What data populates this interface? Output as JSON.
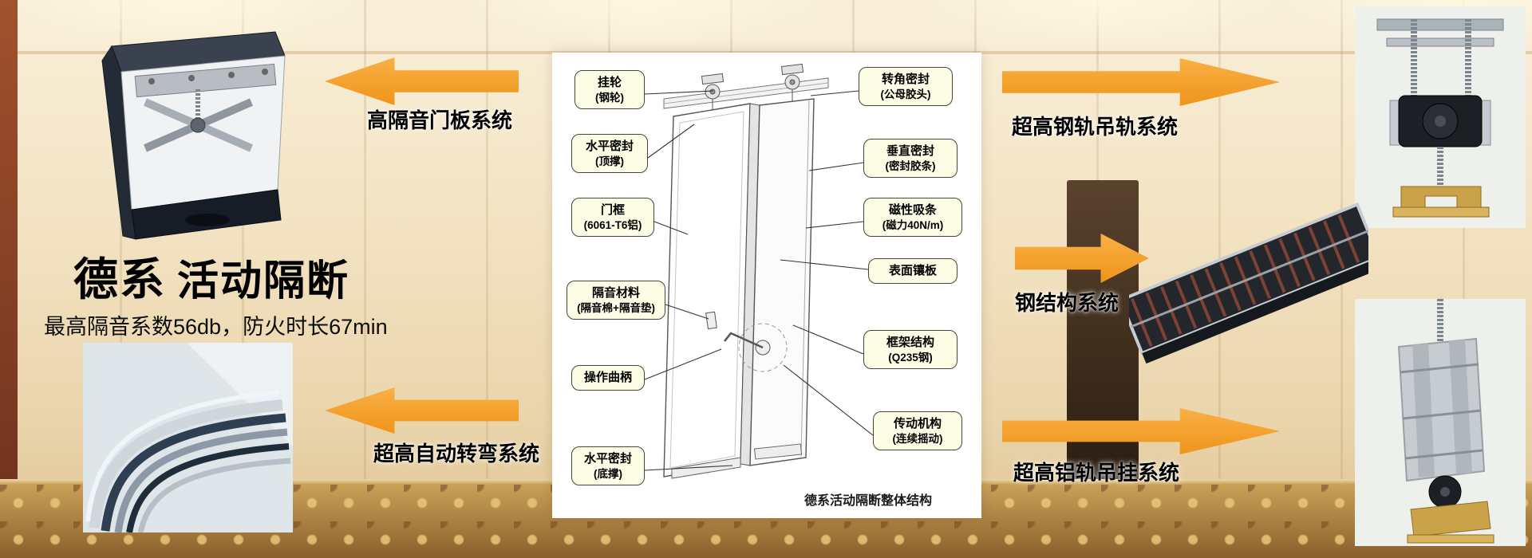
{
  "page": {
    "title_main": "德系",
    "title_sub": "活动隔断",
    "tagline": "最高隔音系数56db，防火时长67min"
  },
  "systems": {
    "door_panel": "高隔音门板系统",
    "auto_turn": "超高自动转弯系统",
    "steel_rail": "超高钢轨吊轨系统",
    "steel_structure": "钢结构系统",
    "aluminum_rail": "超高铝轨吊挂系统"
  },
  "diagram": {
    "caption": "德系活动隔断整体结构",
    "callouts_left": [
      {
        "name": "挂轮",
        "detail": "(钢轮)"
      },
      {
        "name": "水平密封",
        "detail": "(顶撑)"
      },
      {
        "name": "门框",
        "detail": "(6061-T6铝)"
      },
      {
        "name": "隔音材料",
        "detail": "(隔音棉+隔音垫)"
      },
      {
        "name": "操作曲柄",
        "detail": ""
      },
      {
        "name": "水平密封",
        "detail": "(底撑)"
      }
    ],
    "callouts_right": [
      {
        "name": "转角密封",
        "detail": "(公母胶头)"
      },
      {
        "name": "垂直密封",
        "detail": "(密封胶条)"
      },
      {
        "name": "磁性吸条",
        "detail": "(磁力40N/m)"
      },
      {
        "name": "表面镶板",
        "detail": ""
      },
      {
        "name": "框架结构",
        "detail": "(Q235钢)"
      },
      {
        "name": "传动机构",
        "detail": "(连续摇动)"
      }
    ]
  },
  "colors": {
    "arrow_orange": "#F59A23",
    "callout_bg": "#FDFDE6"
  }
}
